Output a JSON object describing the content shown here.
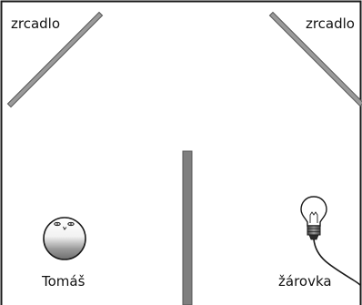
{
  "labels": {
    "mirror_left": "zrcadlo",
    "mirror_right": "zrcadlo",
    "person": "Tomáš",
    "bulb": "žárovka"
  },
  "colors": {
    "frame": "#1a1a1a",
    "mirror": "#8c8c8c",
    "mirror_edge": "#555555",
    "wall": "#7f7f7f",
    "wire": "#1a1a1a"
  },
  "icons": {
    "person": "head-icon",
    "bulb": "light-bulb-icon"
  }
}
